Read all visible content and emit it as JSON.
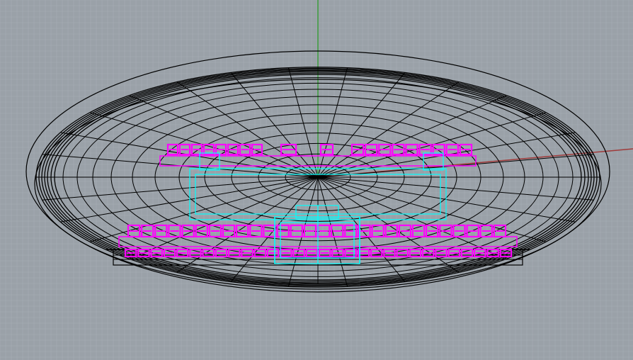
{
  "viewport": {
    "background": "#9aa1a8",
    "colors": {
      "grid_minor": "#a6adb4",
      "grid_major": "#7f868d",
      "axis_y": "#3a9a3a",
      "axis_x": "#a03a3a",
      "wire": "#000000",
      "cyan": "#00ffff",
      "magenta": "#ff00ff"
    },
    "icons": [
      "x-axis-line",
      "y-axis-line",
      "dish-wireframe"
    ]
  }
}
